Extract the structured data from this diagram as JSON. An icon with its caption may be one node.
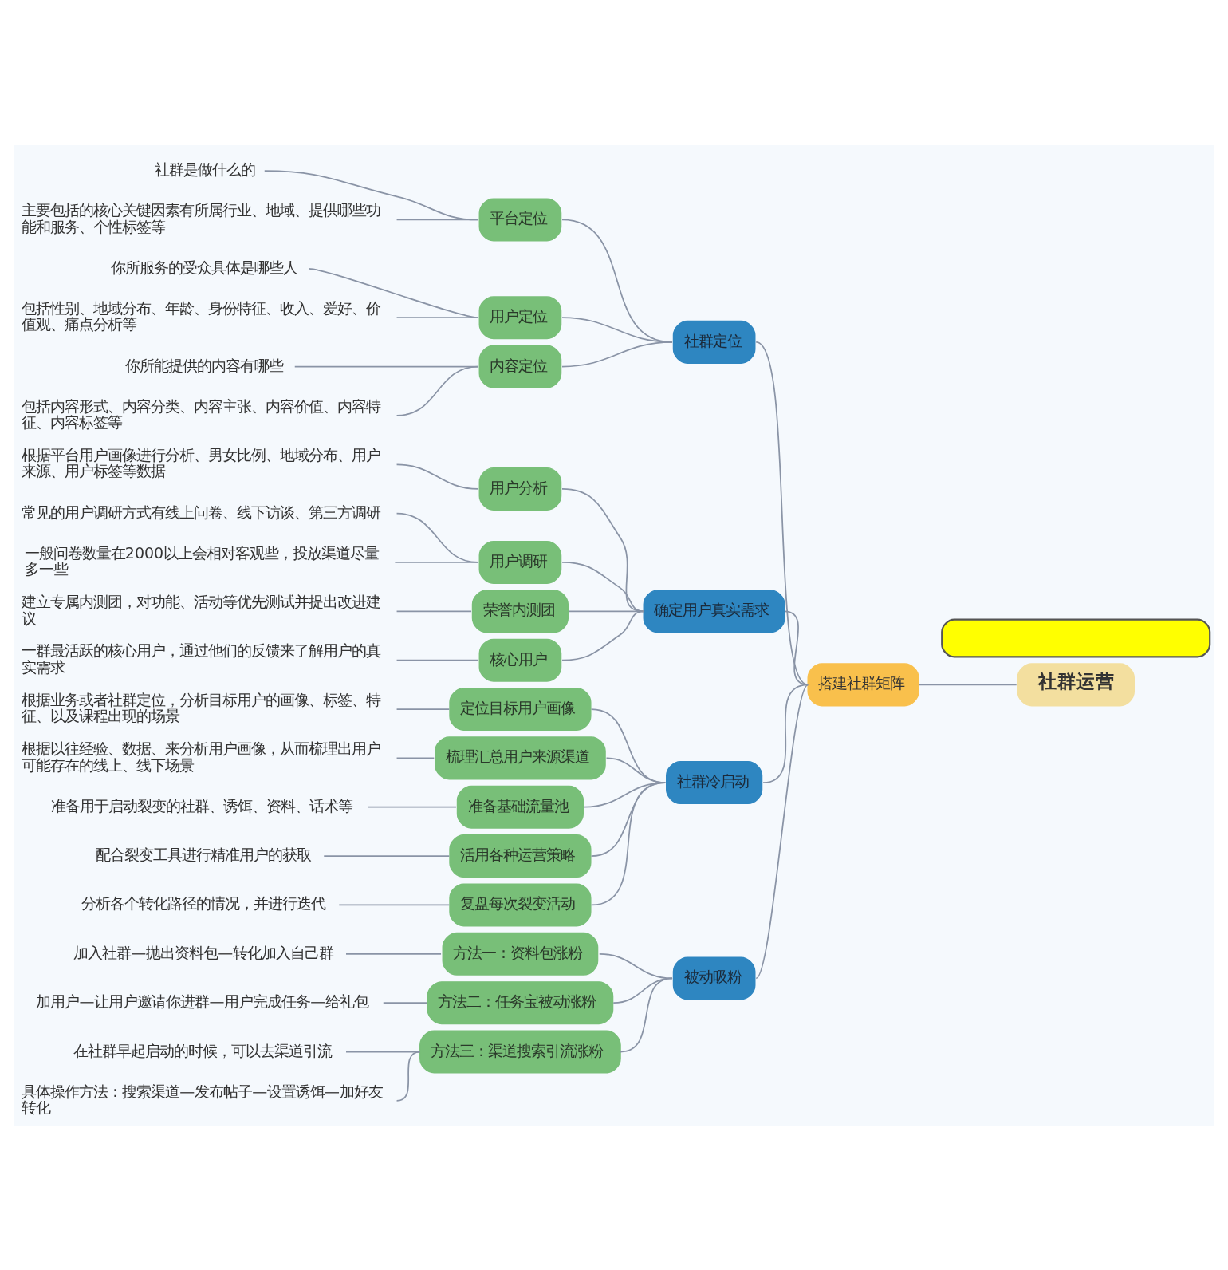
{
  "diagram": {
    "nodes": [
      {
        "text": [
          "社群运营"
        ]
      },
      {
        "text": [
          "搭建社群矩阵"
        ]
      },
      {
        "text": [
          "社群定位"
        ]
      },
      {
        "text": [
          "平台定位"
        ]
      },
      {
        "text": [
          "社群是做什么的"
        ]
      },
      {
        "text": [
          "主要包括的核心关键因素有所属行业、地域、提供哪些功能和服务、个性标签等"
        ]
      },
      {
        "text": [
          "用户定位"
        ]
      },
      {
        "text": [
          "你所服务的受众具体是哪些人"
        ]
      },
      {
        "text": [
          "包括性别、地域分布、年龄、身份特征、收入、爱好、价值观、痛点分析等"
        ]
      },
      {
        "text": [
          "内容定位"
        ]
      },
      {
        "text": [
          "你所能提供的内容有哪些"
        ]
      },
      {
        "text": [
          "包括内容形式、内容分类、内容主张、内容价值、内容特征、内容标签等"
        ]
      },
      {
        "text": [
          "确定用户真实需求"
        ]
      },
      {
        "text": [
          "用户分析"
        ]
      },
      {
        "text": [
          "根据平台用户画像进行分析、男女比例、地域分布、用户来源、用户标签等数据"
        ]
      },
      {
        "text": [
          "用户调研"
        ]
      },
      {
        "text": [
          "常见的用户调研方式有线上问卷、线下访谈、第三方调研"
        ]
      },
      {
        "text": [
          "一般问卷数量在2000以上会相对客观些，投放渠道尽量多一些"
        ]
      },
      {
        "text": [
          "荣誉内测团"
        ]
      },
      {
        "text": [
          "建立专属内测团，对功能、活动等优先测试并提出改进建议"
        ]
      },
      {
        "text": [
          "核心用户"
        ]
      },
      {
        "text": [
          "一群最活跃的核心用户，通过他们的反馈来了解用户的真实需求"
        ]
      },
      {
        "text": [
          "社群冷启动"
        ]
      },
      {
        "text": [
          "定位目标用户画像"
        ]
      },
      {
        "text": [
          "根据业务或者社群定位，分析目标用户的画像、标签、特征、以及课程出现的场景"
        ]
      },
      {
        "text": [
          "梳理汇总用户来源渠道"
        ]
      },
      {
        "text": [
          "根据以往经验、数据、来分析用户画像，从而梳理出用户可能存在的线上、线下场景"
        ]
      },
      {
        "text": [
          "准备基础流量池"
        ]
      },
      {
        "text": [
          "准备用于启动裂变的社群、诱饵、资料、话术等"
        ]
      },
      {
        "text": [
          "活用各种运营策略"
        ]
      },
      {
        "text": [
          "配合裂变工具进行精准用户的获取"
        ]
      },
      {
        "text": [
          "复盘每次裂变活动"
        ]
      },
      {
        "text": [
          "分析各个转化路径的情况，并进行迭代"
        ]
      },
      {
        "text": [
          "被动吸粉"
        ]
      },
      {
        "text": [
          "方法一：资料包涨粉"
        ]
      },
      {
        "text": [
          "加入社群—抛出资料包—转化加入自己群"
        ]
      },
      {
        "text": [
          "方法二：任务宝被动涨粉"
        ]
      },
      {
        "text": [
          "加用户—让用户邀请你进群—用户完成任务—给礼包"
        ]
      },
      {
        "text": [
          "方法三：渠道搜索引流涨粉"
        ]
      },
      {
        "text": [
          "在社群早起启动的时候，可以去渠道引流"
        ]
      },
      {
        "text": [
          "具体操作方法：搜索渠道—发布帖子—设置诱饵—加好友转化"
        ]
      },
      {
        "text": [],
        "shape": "box"
      }
    ],
    "edges": [
      {
        "from": 0,
        "to": 1,
        "arrow": "none"
      },
      {
        "from": 1,
        "to": 2,
        "arrow": "none"
      },
      {
        "from": 2,
        "to": 3,
        "arrow": "none"
      },
      {
        "from": 3,
        "to": 4,
        "arrow": "none"
      },
      {
        "from": 3,
        "to": 5,
        "arrow": "none"
      },
      {
        "from": 2,
        "to": 6,
        "arrow": "none"
      },
      {
        "from": 6,
        "to": 7,
        "arrow": "none"
      },
      {
        "from": 6,
        "to": 8,
        "arrow": "none"
      },
      {
        "from": 2,
        "to": 9,
        "arrow": "none"
      },
      {
        "from": 9,
        "to": 10,
        "arrow": "none"
      },
      {
        "from": 9,
        "to": 11,
        "arrow": "none"
      },
      {
        "from": 1,
        "to": 12,
        "arrow": "none"
      },
      {
        "from": 12,
        "to": 13,
        "arrow": "none"
      },
      {
        "from": 13,
        "to": 14,
        "arrow": "none"
      },
      {
        "from": 12,
        "to": 15,
        "arrow": "none"
      },
      {
        "from": 15,
        "to": 16,
        "arrow": "none"
      },
      {
        "from": 15,
        "to": 17,
        "arrow": "none"
      },
      {
        "from": 12,
        "to": 18,
        "arrow": "none"
      },
      {
        "from": 18,
        "to": 19,
        "arrow": "none"
      },
      {
        "from": 12,
        "to": 20,
        "arrow": "none"
      },
      {
        "from": 20,
        "to": 21,
        "arrow": "none"
      },
      {
        "from": 1,
        "to": 22,
        "arrow": "none"
      },
      {
        "from": 22,
        "to": 23,
        "arrow": "none"
      },
      {
        "from": 23,
        "to": 24,
        "arrow": "none"
      },
      {
        "from": 22,
        "to": 25,
        "arrow": "none"
      },
      {
        "from": 25,
        "to": 26,
        "arrow": "none"
      },
      {
        "from": 22,
        "to": 27,
        "arrow": "none"
      },
      {
        "from": 27,
        "to": 28,
        "arrow": "none"
      },
      {
        "from": 22,
        "to": 29,
        "arrow": "none"
      },
      {
        "from": 29,
        "to": 30,
        "arrow": "none"
      },
      {
        "from": 22,
        "to": 31,
        "arrow": "none"
      },
      {
        "from": 31,
        "to": 32,
        "arrow": "none"
      },
      {
        "from": 1,
        "to": 33,
        "arrow": "none"
      },
      {
        "from": 33,
        "to": 34,
        "arrow": "none"
      },
      {
        "from": 34,
        "to": 35,
        "arrow": "none"
      },
      {
        "from": 33,
        "to": 36,
        "arrow": "none"
      },
      {
        "from": 36,
        "to": 37,
        "arrow": "none"
      },
      {
        "from": 33,
        "to": 38,
        "arrow": "none"
      },
      {
        "from": 38,
        "to": 39,
        "arrow": "none"
      },
      {
        "from": 38,
        "to": 40,
        "arrow": "none"
      }
    ]
  }
}
